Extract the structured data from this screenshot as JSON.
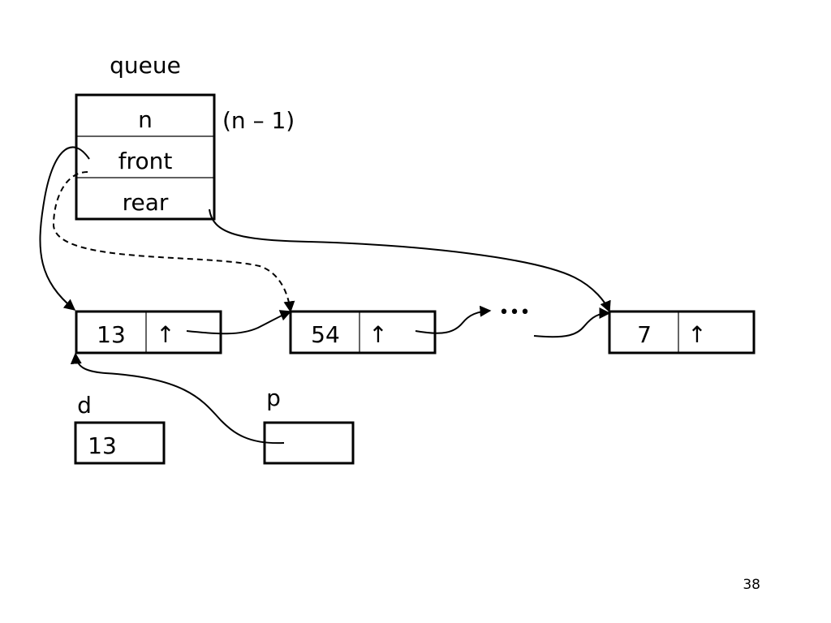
{
  "queue": {
    "title": "queue",
    "fields": [
      "n",
      "front",
      "rear"
    ],
    "n_annotation": "(n – 1)"
  },
  "nodes": [
    {
      "value": "13",
      "pointer": "↑"
    },
    {
      "value": "54",
      "pointer": "↑"
    },
    {
      "value": "7",
      "pointer": "↑"
    }
  ],
  "ellipsis": "•••",
  "variables": {
    "d": {
      "label": "d",
      "value": "13"
    },
    "p": {
      "label": "p",
      "value": ""
    }
  },
  "page_number": "38"
}
